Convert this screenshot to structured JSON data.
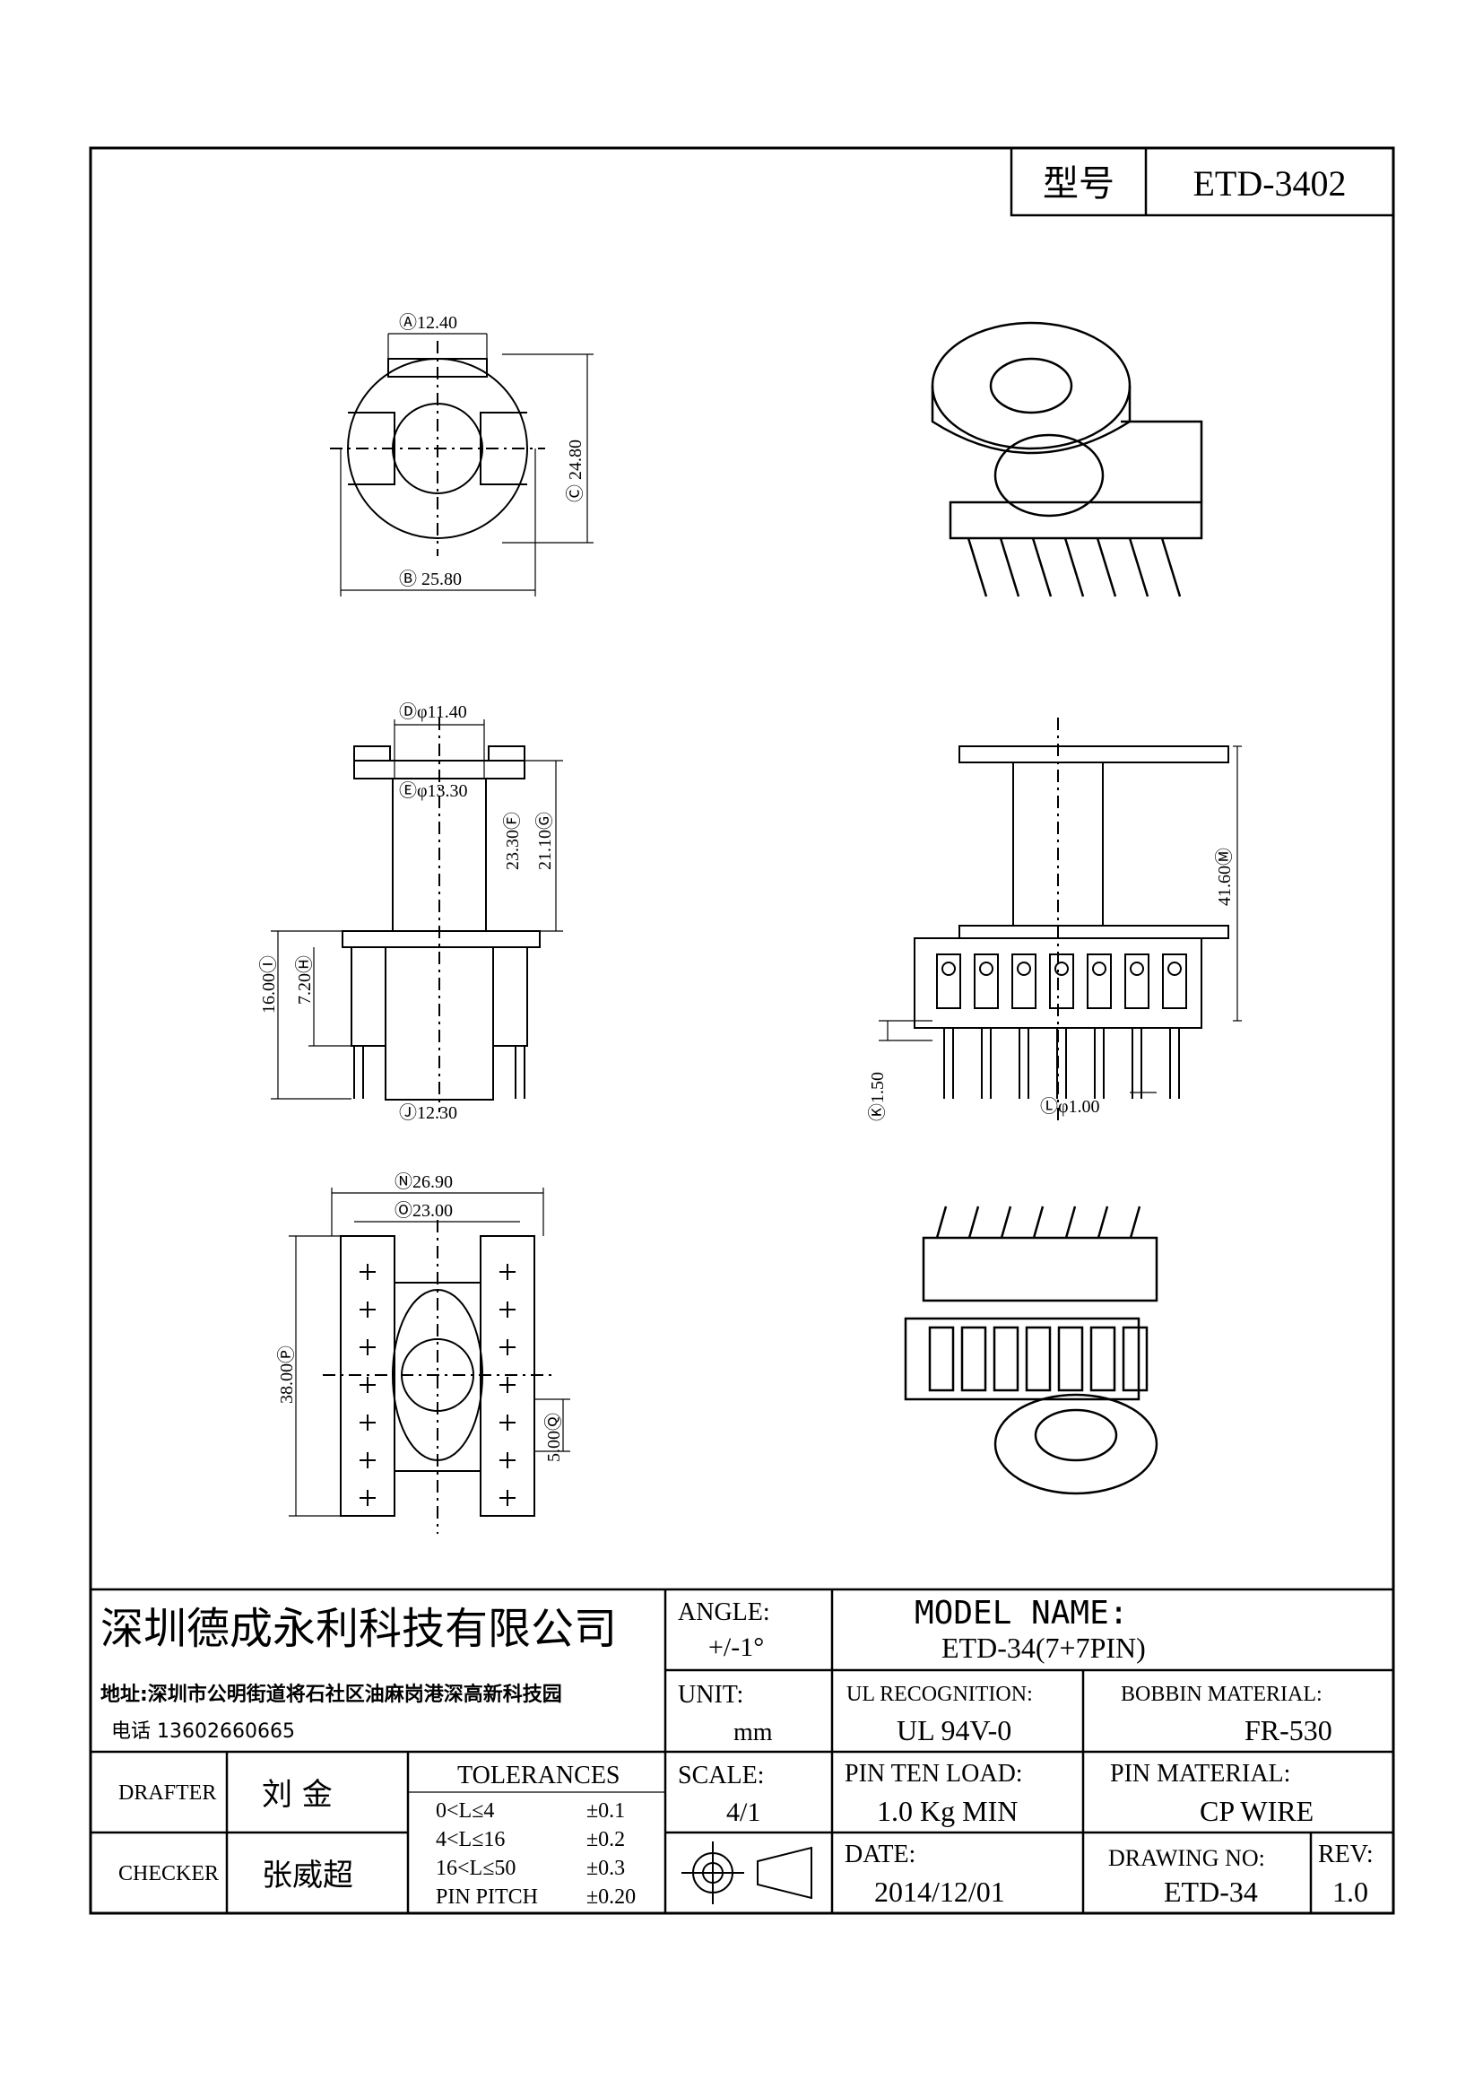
{
  "model_box": {
    "label": "型号",
    "value": "ETD-3402"
  },
  "views": {
    "top": {
      "dim_a": "Ⓐ12.40",
      "dim_b": "Ⓑ 25.80",
      "dim_c": "Ⓒ 24.80"
    },
    "side": {
      "dim_d": "Ⓓφ11.40",
      "dim_e": "Ⓔφ13.30",
      "dim_f": "23.30Ⓕ",
      "dim_g": "21.10Ⓖ",
      "dim_i": "16.00Ⓘ",
      "dim_h": "7.20Ⓗ",
      "dim_j": "Ⓙ12.30"
    },
    "front": {
      "dim_m": "41.60Ⓜ",
      "dim_k": "Ⓚ1.50",
      "dim_l": "Ⓛφ1.00"
    },
    "bottom": {
      "dim_n": "Ⓝ26.90",
      "dim_o": "Ⓞ23.00",
      "dim_p": "38.00Ⓟ",
      "dim_q": "5.00Ⓠ"
    }
  },
  "title_block": {
    "company": "深圳德成永利科技有限公司",
    "address": "地址:深圳市公明街道将石社区油麻岗港深高新科技园",
    "phone": "电话 13602660665",
    "angle_label": "ANGLE:",
    "angle_value": "+/-1°",
    "model_label": "MODEL NAME:",
    "model_value": "ETD-34(7+7PIN)",
    "unit_label": "UNIT:",
    "unit_value": "mm",
    "ul_label": "UL RECOGNITION:",
    "ul_value": "UL 94V-0",
    "bobbin_label": "BOBBIN MATERIAL:",
    "bobbin_value": "FR-530",
    "drafter_label": "DRAFTER",
    "drafter_value": "刘  金",
    "checker_label": "CHECKER",
    "checker_value": "张威超",
    "tol_title": "TOLERANCES",
    "tolerances": [
      {
        "range": "0<L≤4",
        "value": "±0.1"
      },
      {
        "range": "4<L≤16",
        "value": "±0.2"
      },
      {
        "range": "16<L≤50",
        "value": "±0.3"
      },
      {
        "range": "PIN PITCH",
        "value": "±0.20"
      }
    ],
    "scale_label": "SCALE:",
    "scale_value": "4/1",
    "pin_load_label": "PIN TEN LOAD:",
    "pin_load_value": "1.0 Kg MIN",
    "pin_mat_label": "PIN MATERIAL:",
    "pin_mat_value": "CP WIRE",
    "date_label": "DATE:",
    "date_value": "2014/12/01",
    "drawing_no_label": "DRAWING NO:",
    "drawing_no_value": "ETD-34",
    "rev_label": "REV:",
    "rev_value": "1.0"
  }
}
